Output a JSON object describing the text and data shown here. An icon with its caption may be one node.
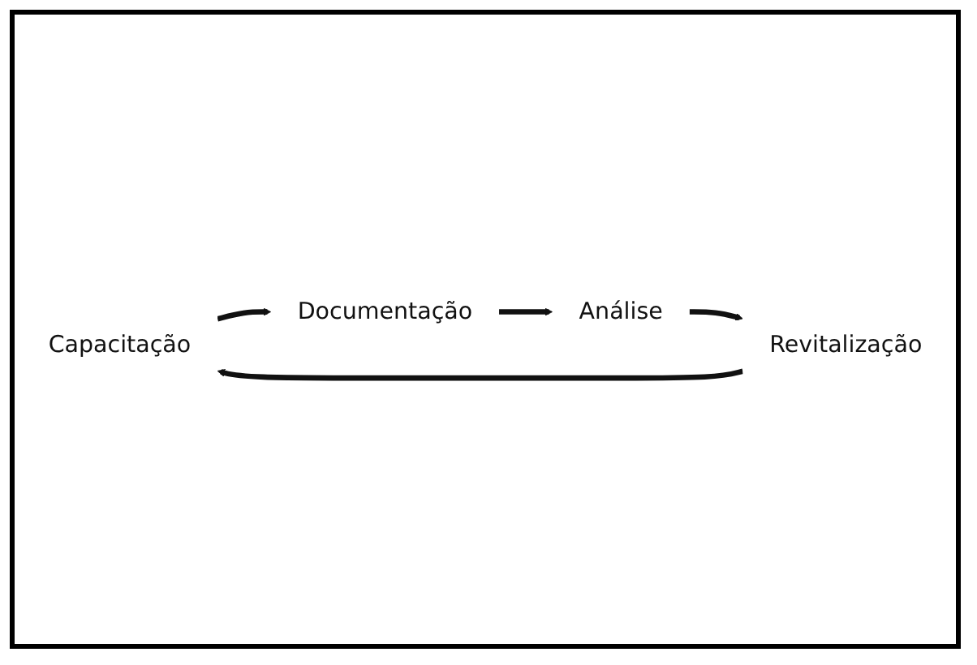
{
  "diagram": {
    "nodes": [
      {
        "text": [
          "Capacitação"
        ]
      },
      {
        "text": [
          "Documentação"
        ]
      },
      {
        "text": [
          "Análise"
        ]
      },
      {
        "text": [
          "Revitalização"
        ]
      }
    ],
    "edges": [
      {
        "from": 0,
        "to": 1,
        "arrow": "to"
      },
      {
        "from": 1,
        "to": 2,
        "arrow": "to"
      },
      {
        "from": 2,
        "to": 3,
        "arrow": "to"
      },
      {
        "from": 3,
        "to": 0,
        "arrow": "to"
      }
    ]
  }
}
